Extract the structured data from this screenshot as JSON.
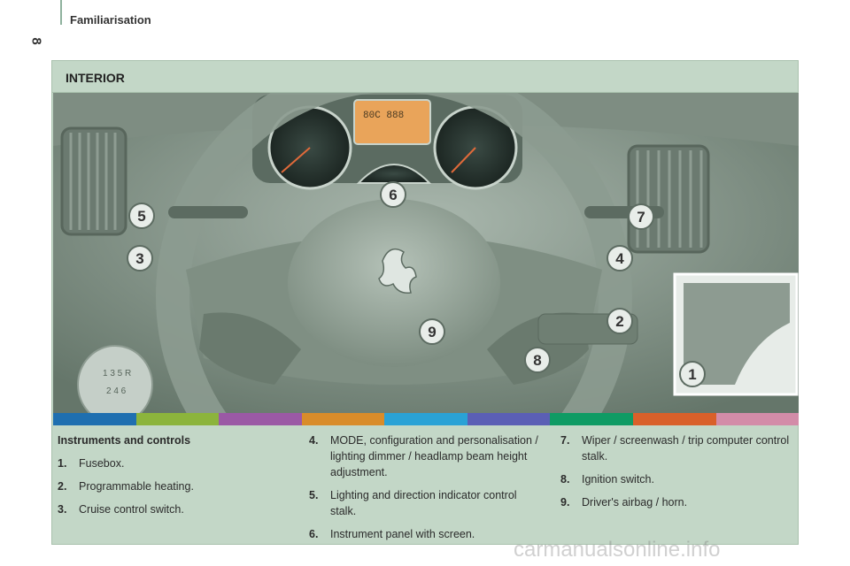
{
  "header": {
    "section": "Familiarisation",
    "page_number": "8"
  },
  "panel": {
    "title": "INTERIOR"
  },
  "callouts": [
    {
      "label": "1",
      "x": 0,
      "y": 0
    }
  ],
  "callout_labels": [
    "5",
    "3",
    "6",
    "7",
    "4",
    "2",
    "9",
    "8",
    "1"
  ],
  "dashboard": {
    "lcd_line1": "80C   888",
    "gear_knob": "1 3 5 R\n2 4 6"
  },
  "color_bar": [
    "#1f6fb0",
    "#8cb43c",
    "#9b59a5",
    "#d98c2a",
    "#2aa2d6",
    "#5b5fb5",
    "#0f9b64",
    "#d9602a",
    "#d38ca8"
  ],
  "list": {
    "heading": "Instruments and controls",
    "col1": [
      {
        "n": "1.",
        "t": "Fusebox."
      },
      {
        "n": "2.",
        "t": "Programmable heating."
      },
      {
        "n": "3.",
        "t": "Cruise control switch."
      }
    ],
    "col2": [
      {
        "n": "4.",
        "t": "MODE, configuration and personalisation / lighting dimmer / headlamp beam height adjustment."
      },
      {
        "n": "5.",
        "t": "Lighting and direction indicator control stalk."
      },
      {
        "n": "6.",
        "t": "Instrument panel with screen."
      }
    ],
    "col3": [
      {
        "n": "7.",
        "t": "Wiper / screenwash / trip computer control stalk."
      },
      {
        "n": "8.",
        "t": "Ignition switch."
      },
      {
        "n": "9.",
        "t": "Driver's airbag / horn."
      }
    ]
  },
  "watermark": "carmanualsonline.info"
}
